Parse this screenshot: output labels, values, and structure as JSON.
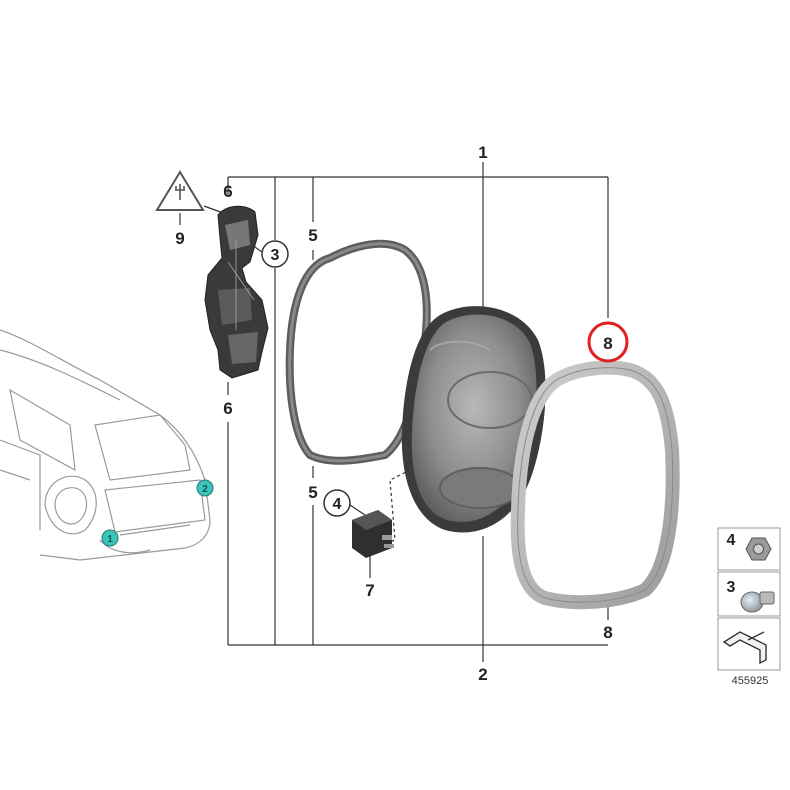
{
  "callouts": {
    "c1": "1",
    "c2": "2",
    "c3": "3",
    "c4": "4",
    "c5a": "5",
    "c5b": "5",
    "c6a": "6",
    "c6b": "6",
    "c7": "7",
    "c8": "8",
    "c8b": "8",
    "c9": "9"
  },
  "car_markers": {
    "m1": "1",
    "m2": "2"
  },
  "legend": {
    "nut_label": "4",
    "bulb_label": "3"
  },
  "diagram_id": "455925",
  "colors": {
    "highlight": "#e02020",
    "marker": "#3cc4b8",
    "frame": "#8a8a8a",
    "lamp": "#7d7d7d"
  },
  "icons": {
    "warning": "warning-plug-icon",
    "nut": "hex-nut-icon",
    "bulb": "bulb-icon",
    "tool": "bracket-icon"
  }
}
